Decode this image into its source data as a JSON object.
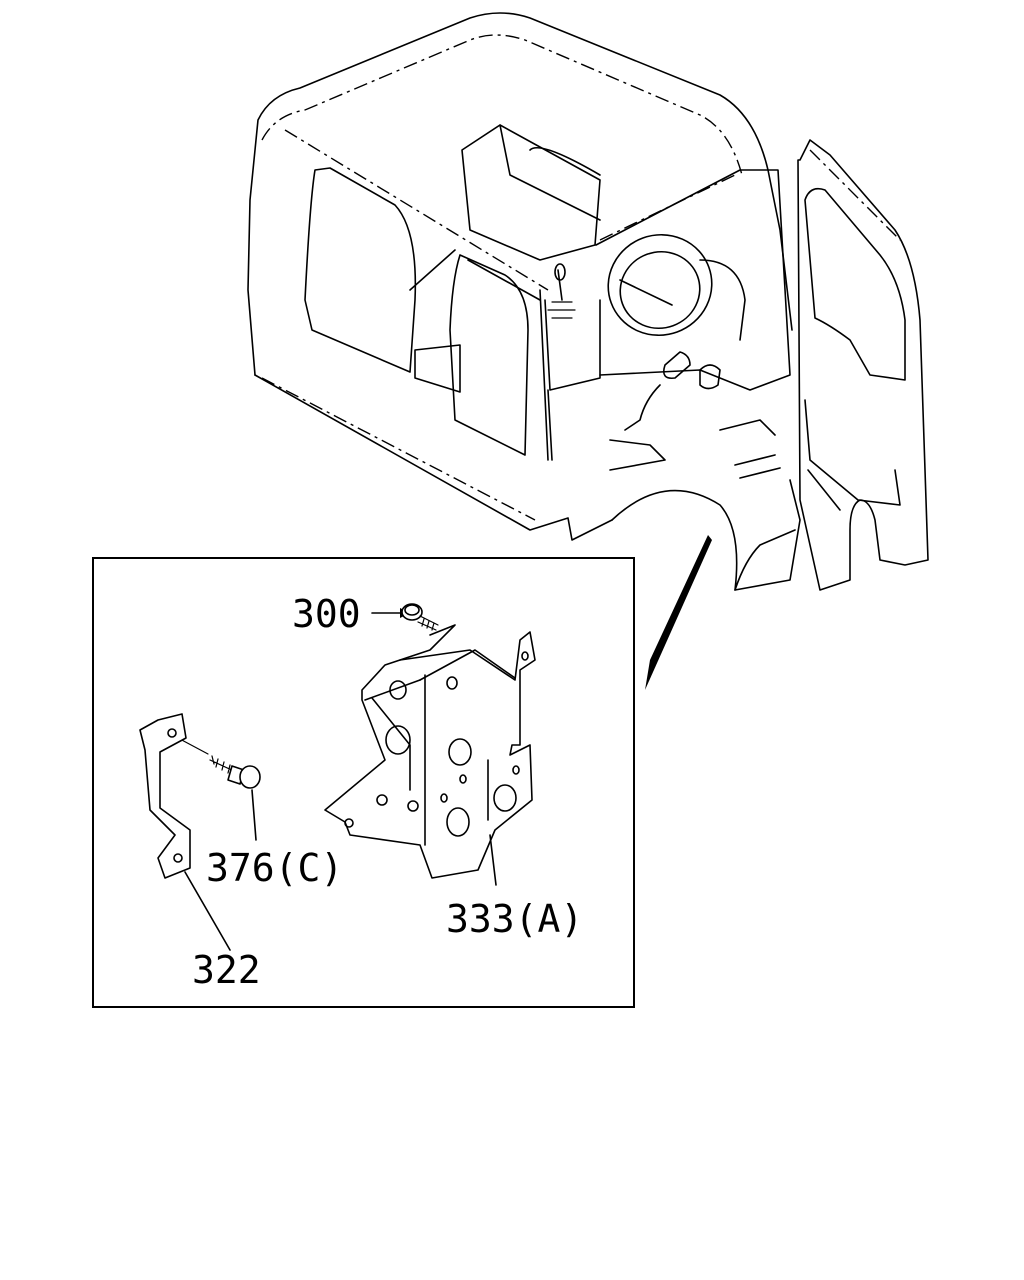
{
  "callouts": {
    "part_300": "300",
    "part_376c": "376(C)",
    "part_333a": "333(A)",
    "part_322": "322"
  }
}
